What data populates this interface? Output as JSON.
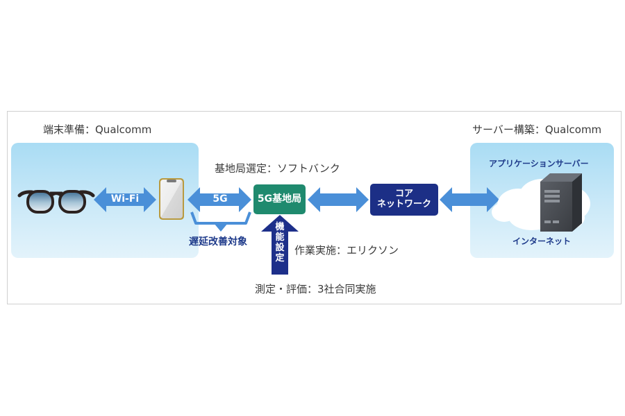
{
  "diagram": {
    "title_left": "端末準備：Qualcomm",
    "title_right": "サーバー構築：Qualcomm",
    "base_station_selection": "基地局選定：ソフトバンク",
    "work_execution": "作業実施：エリクソン",
    "measurement": "測定・評価：3社合同実施",
    "latency_target": "遅延改善対象",
    "links": {
      "wifi": "Wi-Fi",
      "fiveg": "5G"
    },
    "nodes": {
      "glasses": "smart-glasses",
      "phone": "smartphone",
      "base_station": "5G基地局",
      "core_network_line1": "コア",
      "core_network_line2": "ネットワーク",
      "app_server": "アプリケーションサーバー",
      "internet": "インターネット"
    },
    "config_arrow": {
      "chars": [
        "機",
        "能",
        "設",
        "定"
      ]
    },
    "colors": {
      "arrow_blue": "#4a8fd8",
      "base_station_green": "#1f8a6e",
      "core_navy": "#1c2f86",
      "config_arrow_navy": "#1d2f8a",
      "label_blue": "#1e3a8a",
      "panel_light_blue": "#b9e2f6"
    }
  }
}
